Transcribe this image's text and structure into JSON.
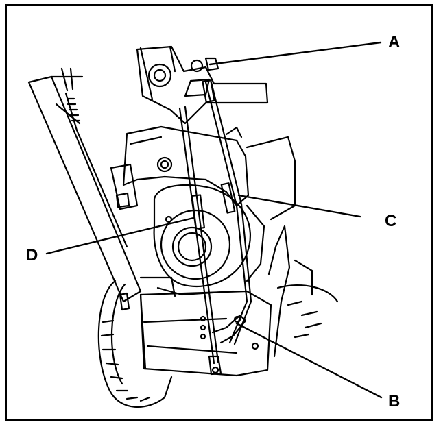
{
  "figure": {
    "callouts": [
      {
        "id": "A",
        "label": "A"
      },
      {
        "id": "B",
        "label": "B"
      },
      {
        "id": "C",
        "label": "C"
      },
      {
        "id": "D",
        "label": "D"
      }
    ]
  },
  "colors": {
    "line": "#000000",
    "background": "#ffffff"
  }
}
